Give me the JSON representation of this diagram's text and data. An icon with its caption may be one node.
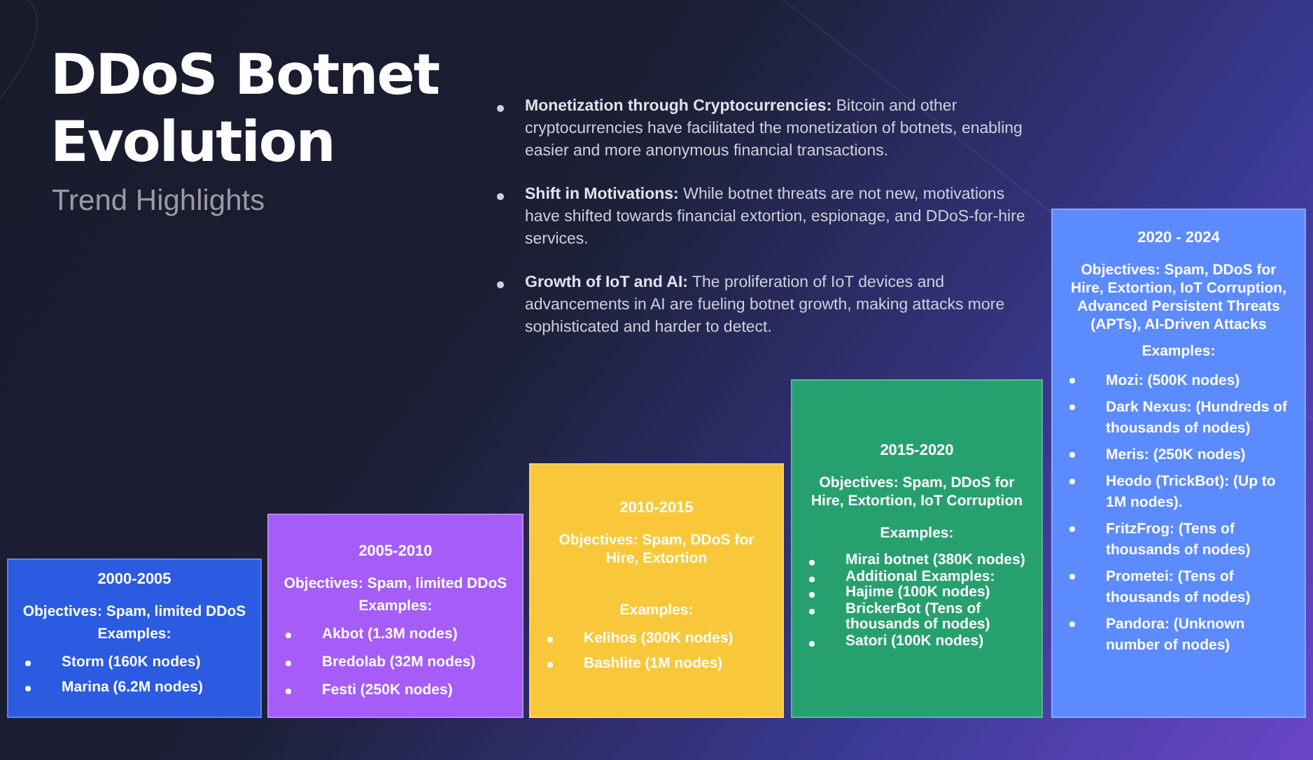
{
  "diagram": {
    "title": "DDoS Botnet Evolution",
    "nodes": [
      {
        "text": [
          "2000-2005",
          "Objectives: Spam, limited DDoS",
          "Examples:",
          "Storm (160K nodes)",
          "Marina (6.2M nodes)"
        ]
      },
      {
        "text": [
          "2005-2010",
          "Objectives: Spam, limited DDoS",
          "Examples:",
          "Akbot (1.3M nodes)",
          "Bredolab (32M nodes)",
          "Festi (250K nodes)"
        ]
      },
      {
        "text": [
          "2010-2015",
          "Objectives: Spam, DDoS for Hire, Extortion",
          "Examples:",
          "Kelihos (300K nodes)",
          "Bashlite (1M nodes)"
        ]
      },
      {
        "text": [
          "2015-2020",
          "Objectives: Spam, DDoS for Hire, Extortion, IoT Corruption",
          "Examples:",
          "Mirai botnet (380K nodes)",
          "Additional Examples:",
          "Hajime (100K nodes)",
          "BrickerBot (Tens of thousands of nodes)",
          "Satori (100K nodes)"
        ]
      },
      {
        "text": [
          "2020 - 2024",
          "Objectives: Spam, DDoS for Hire, Extortion, IoT Corruption, Advanced Persistent Threats (APTs), AI-Driven Attacks",
          "Examples:",
          "Mozi: (500K nodes)",
          "Dark Nexus: (Hundreds of thousands of nodes)",
          "Meris: (250K nodes)",
          "Heodo (TrickBot): (Up to 1M nodes).",
          "FritzFrog: (Tens of thousands of nodes)",
          "Prometei: (Tens of thousands of nodes)",
          "Pandora: (Unknown number of nodes)"
        ]
      }
    ],
    "labels": [
      "Trend Highlights",
      "**Monetization through Cryptocurrencies:** Bitcoin and other cryptocurrencies have facilitated the monetization of botnets, enabling easier and more anonymous financial transactions.",
      "**Shift in Motivations:** While botnet threats are not new, motivations have shifted towards financial extortion, espionage, and DDoS-for-hire services.",
      "**Growth of IoT and AI:** The proliferation of IoT devices and advancements in AI are fueling botnet growth, making attacks more sophisticated and harder to detect."
    ]
  }
}
